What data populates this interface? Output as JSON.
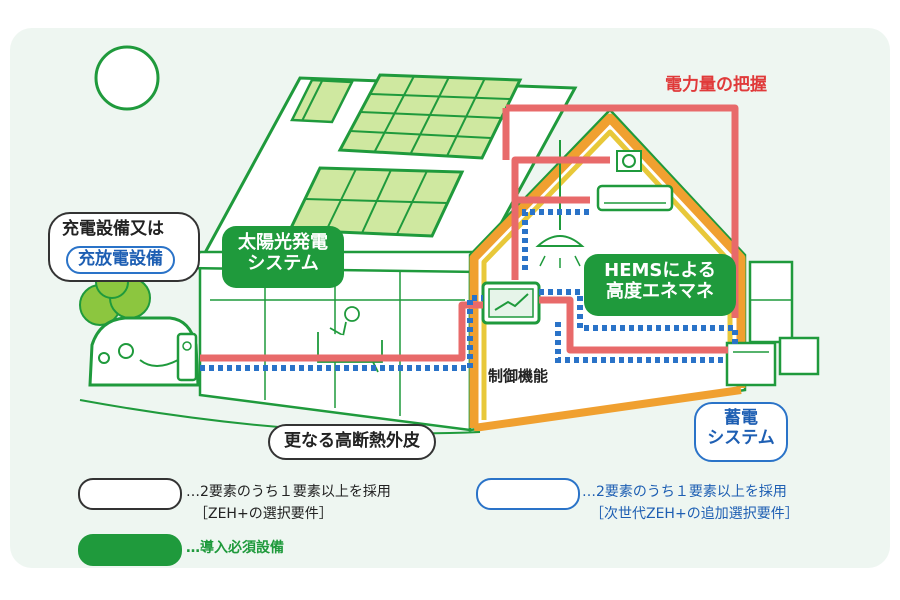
{
  "colors": {
    "green": "#1f9a3c",
    "red_line": "#e86a6a",
    "blue_dots": "#2a73c8",
    "orange_frame": "#f0a030",
    "yellow_frame": "#e8c83a",
    "background": "#eef6f1"
  },
  "labels": {
    "power_grasp": "電力量の把握",
    "charger_line1": "充電設備又は",
    "charger_line2": "充放電設備",
    "solar_line1": "太陽光発電",
    "solar_line2": "システム",
    "hems_line1": "HEMSによる",
    "hems_line2": "高度エネマネ",
    "control": "制御機能",
    "insulation": "更なる高断熱外皮",
    "storage_line1": "蓄電",
    "storage_line2": "システム"
  },
  "legend": {
    "white_line1": "…2要素のうち１要素以上を採用",
    "white_line2": "［ZEH+の選択要件］",
    "blue_line1": "…2要素のうち１要素以上を採用",
    "blue_line2": "［次世代ZEH+の追加選択要件］",
    "green_line1": "…導入必須設備"
  }
}
